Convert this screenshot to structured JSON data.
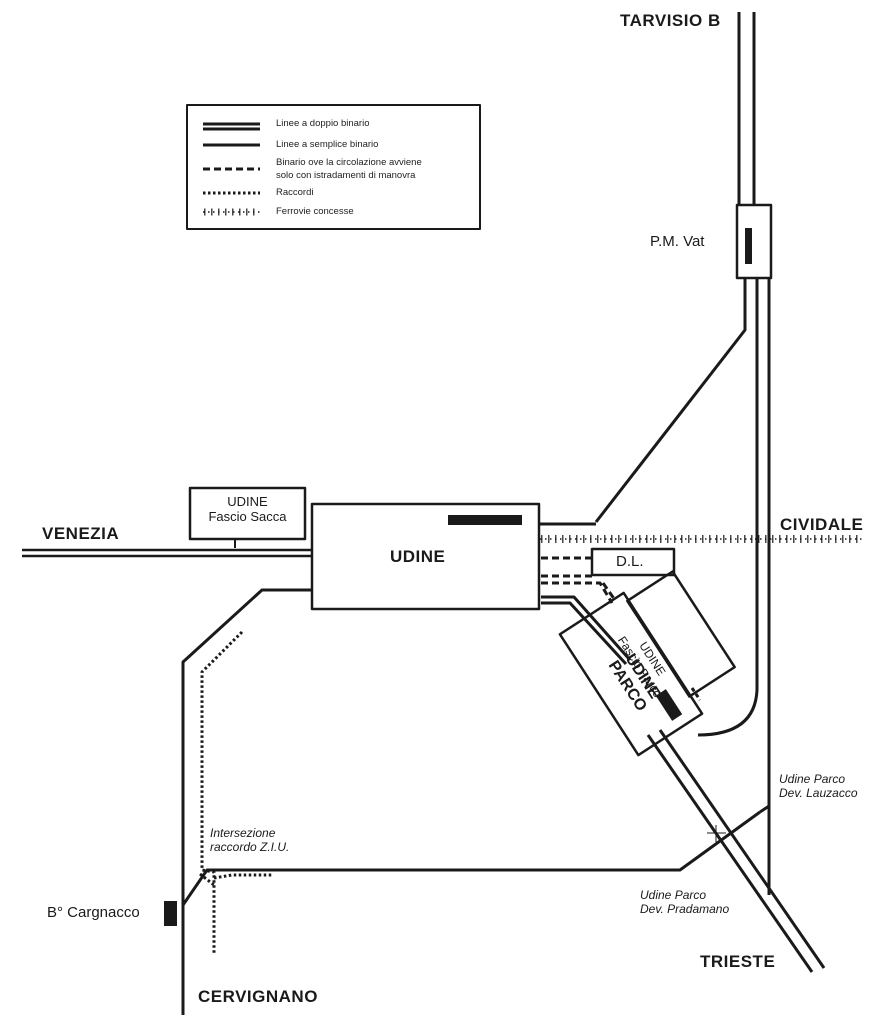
{
  "legend": {
    "double_track": "Linee a doppio binario",
    "single_track": "Linee a semplice binario",
    "shunting_line1": "Binario ove la circolazione avviene",
    "shunting_line2": "solo con istradamenti di manovra",
    "sidings": "Raccordi",
    "concession": "Ferrovie concesse"
  },
  "destinations": {
    "tarvisio": "TARVISIO B",
    "venezia": "VENEZIA",
    "cividale": "CIVIDALE",
    "trieste": "TRIESTE",
    "cervignano": "CERVIGNANO"
  },
  "stations": {
    "udine": "UDINE",
    "pm_vat": "P.M. Vat",
    "fascio_sacca_1": "UDINE",
    "fascio_sacca_2": "Fascio Sacca",
    "dl": "D.L.",
    "fascio_parco_1": "UDINE",
    "fascio_parco_2": "Fascio Parco",
    "parco_1": "UDINE",
    "parco_2": "PARCO",
    "cargnacco": "B° Cargnacco"
  },
  "annotations": {
    "ziu_1": "Intersezione",
    "ziu_2": "raccordo Z.I.U.",
    "lauzacco_1": "Udine Parco",
    "lauzacco_2": "Dev. Lauzacco",
    "pradamano_1": "Udine Parco",
    "pradamano_2": "Dev. Pradamano"
  }
}
